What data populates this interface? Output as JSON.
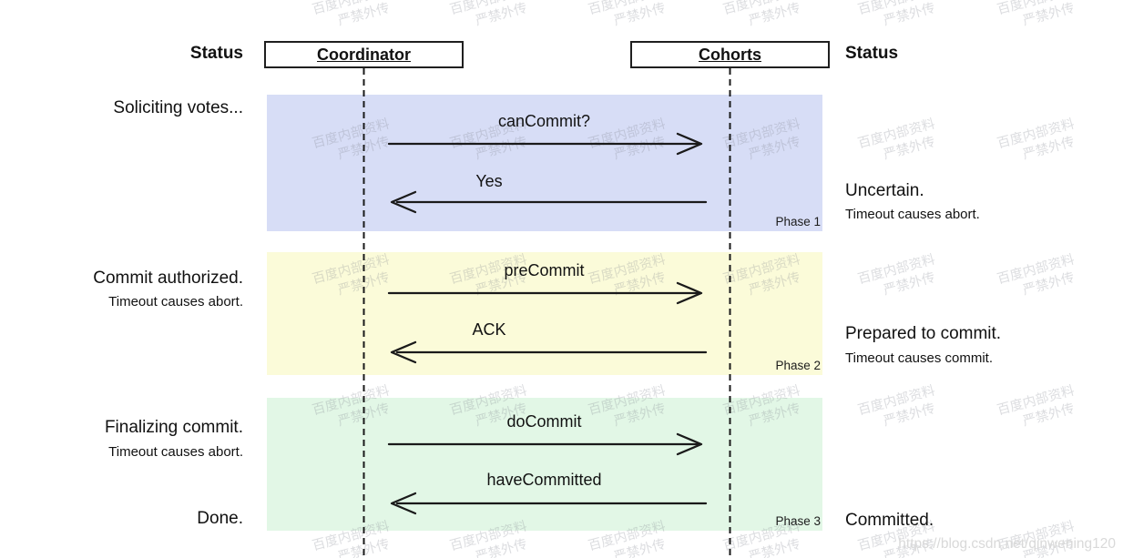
{
  "header": {
    "status_left": "Status",
    "status_right": "Status",
    "coordinator": "Coordinator",
    "cohorts": "Cohorts"
  },
  "phases": [
    {
      "name": "Phase 1",
      "band_color": "#d7ddf6",
      "messages": [
        {
          "label": "canCommit?",
          "direction": "coordinator-to-cohorts"
        },
        {
          "label": "Yes",
          "direction": "cohorts-to-coordinator"
        }
      ]
    },
    {
      "name": "Phase 2",
      "band_color": "#fbfbd9",
      "messages": [
        {
          "label": "preCommit",
          "direction": "coordinator-to-cohorts"
        },
        {
          "label": "ACK",
          "direction": "cohorts-to-coordinator"
        }
      ]
    },
    {
      "name": "Phase 3",
      "band_color": "#e2f7e6",
      "messages": [
        {
          "label": "doCommit",
          "direction": "coordinator-to-cohorts"
        },
        {
          "label": "haveCommitted",
          "direction": "cohorts-to-coordinator"
        }
      ]
    }
  ],
  "coordinator_statuses": [
    {
      "main": "Soliciting votes...",
      "sub": ""
    },
    {
      "main": "Commit authorized.",
      "sub": "Timeout causes abort."
    },
    {
      "main": "Finalizing commit.",
      "sub": "Timeout causes abort."
    },
    {
      "main": "Done.",
      "sub": ""
    }
  ],
  "cohort_statuses": [
    {
      "main": "Uncertain.",
      "sub": "Timeout causes abort."
    },
    {
      "main": "Prepared to commit.",
      "sub": "Timeout causes commit."
    },
    {
      "main": "Committed.",
      "sub": ""
    }
  ],
  "watermark": {
    "line1": "百度内部资料",
    "line2": "严禁外传",
    "url": "https://blog.csdn.net/qinwening120"
  },
  "colors": {
    "phase1_band": "#d7ddf6",
    "phase2_band": "#fbfbd9",
    "phase3_band": "#e2f7e6",
    "line": "#1a1a1a"
  }
}
